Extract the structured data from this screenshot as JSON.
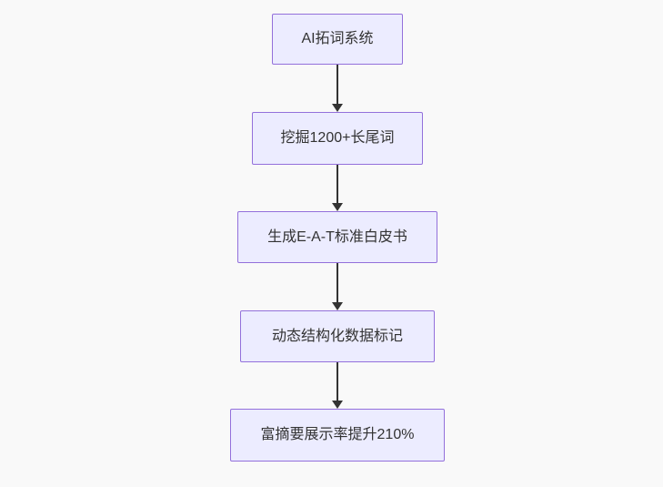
{
  "flowchart": {
    "direction": "top-down",
    "colors": {
      "background": "#f9f9f9",
      "node_fill": "#ececff",
      "node_border": "#9370db",
      "text": "#333333",
      "arrow": "#333333"
    },
    "nodes": [
      {
        "label": "AI拓词系统"
      },
      {
        "label": "挖掘1200+长尾词"
      },
      {
        "label": "生成E-A-T标准白皮书"
      },
      {
        "label": "动态结构化数据标记"
      },
      {
        "label": "富摘要展示率提升210%"
      }
    ],
    "edges": [
      {
        "from": "AI拓词系统",
        "to": "挖掘1200+长尾词"
      },
      {
        "from": "挖掘1200+长尾词",
        "to": "生成E-A-T标准白皮书"
      },
      {
        "from": "生成E-A-T标准白皮书",
        "to": "动态结构化数据标记"
      },
      {
        "from": "动态结构化数据标记",
        "to": "富摘要展示率提升210%"
      }
    ]
  }
}
